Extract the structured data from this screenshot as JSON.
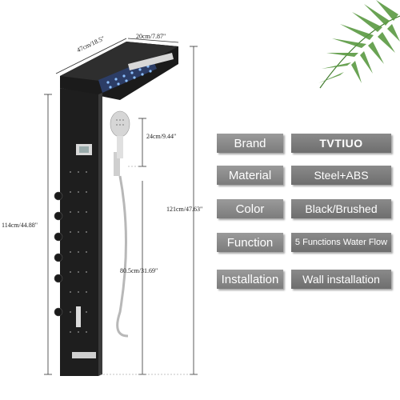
{
  "dimensions": {
    "depth": "20cm/7.87\"",
    "width": "47cm/18.5\"",
    "hand_shower": "24cm/9.44\"",
    "total_height": "114cm/44.88\"",
    "panel_height": "121cm/47.63\"",
    "hose_height": "80.5cm/31.69\""
  },
  "specs": [
    {
      "label": "Brand",
      "value": "TVTIUO"
    },
    {
      "label": "Material",
      "value": "Steel+ABS"
    },
    {
      "label": "Color",
      "value": "Black/Brushed"
    },
    {
      "label": "Function",
      "value": "5 Functions Water Flow"
    },
    {
      "label": "Installation",
      "value": "Wall installation"
    }
  ],
  "colors": {
    "panel": "#1e1e1e",
    "label_bg": "#8a8a8a",
    "light": "#6fa8ff",
    "leaf": "#4f8f3a"
  }
}
